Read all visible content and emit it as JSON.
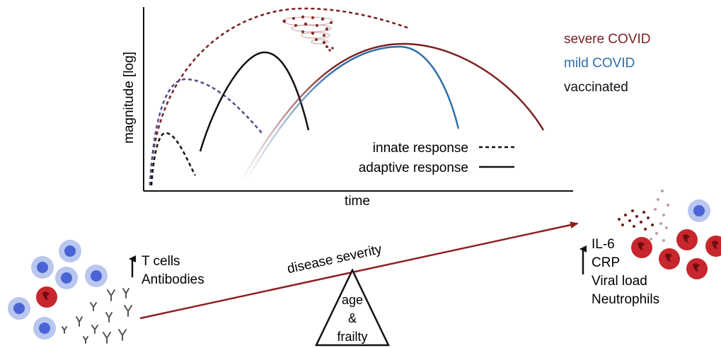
{
  "chart": {
    "xlabel": "time",
    "ylabel": "magnitude [log]"
  },
  "legend": {
    "colors": [
      {
        "label": "severe COVID",
        "color": "#7a1f22"
      },
      {
        "label": "mild COVID",
        "color": "#2f6ea8"
      },
      {
        "label": "vaccinated",
        "color": "#111111"
      }
    ],
    "lines": [
      {
        "label": "innate response",
        "style": "dashed"
      },
      {
        "label": "adaptive response",
        "style": "solid"
      }
    ]
  },
  "seesaw": {
    "bar_label": "disease severity",
    "fulcrum_lines": [
      "age",
      "&",
      "frailty"
    ]
  },
  "left_panel": {
    "arrow": "up",
    "items": [
      "T cells",
      "Antibodies"
    ]
  },
  "right_panel": {
    "arrow": "up",
    "items": [
      "IL-6",
      "CRP",
      "Viral load",
      "Neutrophils"
    ]
  },
  "colors": {
    "severe": "#7a1f22",
    "mild": "#2f6ea8",
    "vaccinated": "#111111",
    "lymphocyte": "#b9c6ee",
    "lymphocyte_core": "#4a64d6",
    "neutrophil": "#c6262c"
  }
}
